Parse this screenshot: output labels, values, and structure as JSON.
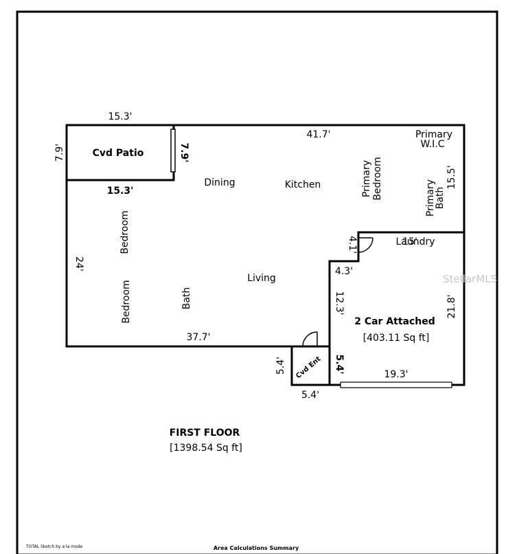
{
  "floor": {
    "name": "FIRST FLOOR",
    "area": "[1398.54 Sq ft]"
  },
  "rooms": {
    "cvd_patio": "Cvd Patio",
    "dining": "Dining",
    "kitchen": "Kitchen",
    "primary_bedroom_line1": "Primary",
    "primary_bedroom_line2": "Bedroom",
    "primary_wic_line1": "Primary",
    "primary_wic_line2": "W.I.C",
    "primary_bath_line1": "Primary",
    "primary_bath_line2": "Bath",
    "laundry": "Laundry",
    "bedroom_upper": "Bedroom",
    "bedroom_lower": "Bedroom",
    "bath": "Bath",
    "living": "Living",
    "garage": "2 Car Attached",
    "garage_area": "[403.11 Sq ft]",
    "cvd_ent": "Cvd Ent"
  },
  "dimensions": {
    "patio_top": "15.3'",
    "patio_left": "7.9'",
    "patio_right": "7.9'",
    "patio_bottom": "15.3'",
    "top_wall": "41.7'",
    "right_upper": "15.5'",
    "laundry_overlap": "15'",
    "step_vertical": "4.1'",
    "step_horizontal": "4.3'",
    "left_wall": "24'",
    "garage_left": "12.3'",
    "garage_right": "21.8'",
    "bottom_wall": "37.7'",
    "ent_left": "5.4'",
    "ent_right": "5.4'",
    "ent_bottom": "5.4'",
    "garage_bottom": "19.3'"
  },
  "footer": {
    "credit": "TOTAL Sketch by a la mode",
    "summary": "Area Calculations Summary"
  },
  "watermark": "StellarMLS"
}
